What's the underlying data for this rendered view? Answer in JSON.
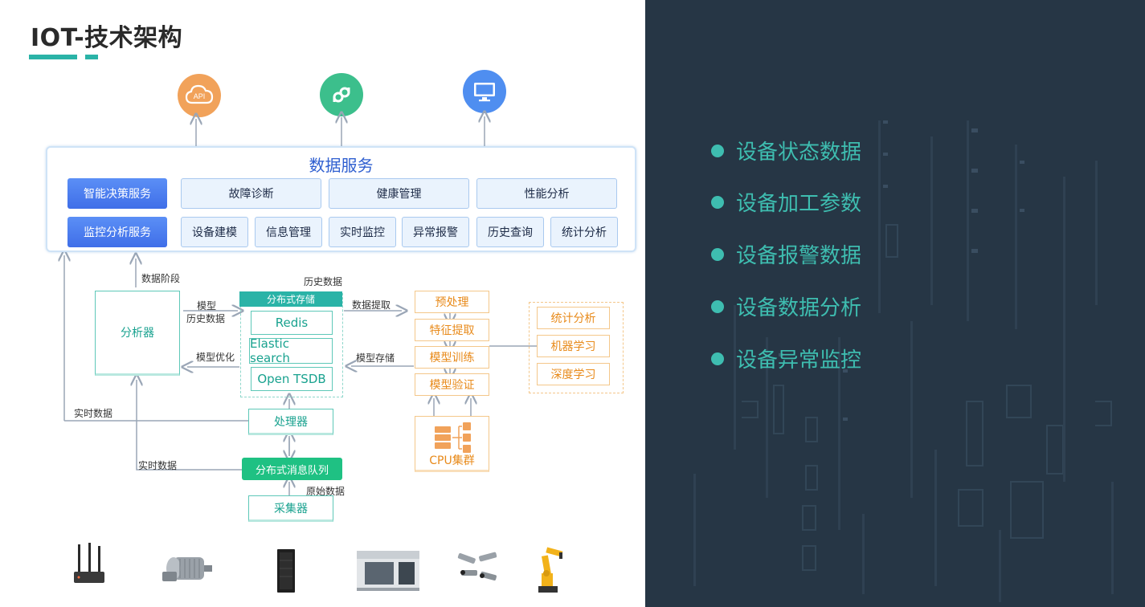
{
  "slide": {
    "title": "IOT-技术架构"
  },
  "data_service": {
    "title": "数据服务",
    "primary_row1": "智能决策服务",
    "primary_row2": "监控分析服务",
    "row1": [
      "故障诊断",
      "健康管理",
      "性能分析"
    ],
    "row2": [
      "设备建模",
      "信息管理",
      "实时监控",
      "异常报警",
      "历史查询",
      "统计分析"
    ]
  },
  "top_icons": [
    "cloud-api-icon",
    "mini-program-icon",
    "monitor-icon"
  ],
  "top_icon_text": "API",
  "colors": {
    "orange": "#f1a25a",
    "green": "#3cbf8c",
    "blue": "#4f8ef0",
    "teal": "#2ab3a7",
    "dark_bg": "#263645"
  },
  "flow": {
    "analyzer": "分析器",
    "data_stage": "数据阶段",
    "model": "模型",
    "history_data_left": "历史数据",
    "history_data_top": "历史数据",
    "model_optimize": "模型优化",
    "realtime_1": "实时数据",
    "realtime_2": "实时数据",
    "dist_storage": "分布式存储",
    "storage_items": [
      "Redis",
      "Elastic search",
      "Open TSDB"
    ],
    "data_extract": "数据提取",
    "model_store": "模型存储",
    "pipeline": [
      "预处理",
      "特征提取",
      "模型训练",
      "模型验证"
    ],
    "methods": [
      "统计分析",
      "机器学习",
      "深度学习"
    ],
    "cpu_cluster": "CPU集群",
    "processor": "处理器",
    "mq": "分布式消息队列",
    "raw_data": "原始数据",
    "collector": "采集器"
  },
  "devices": [
    "router-icon",
    "motor-icon",
    "server-cabinet-icon",
    "cnc-machine-icon",
    "sensor-icon",
    "robot-arm-icon"
  ],
  "bullets": [
    "设备状态数据",
    "设备加工参数",
    "设备报警数据",
    "设备数据分析",
    "设备异常监控"
  ]
}
